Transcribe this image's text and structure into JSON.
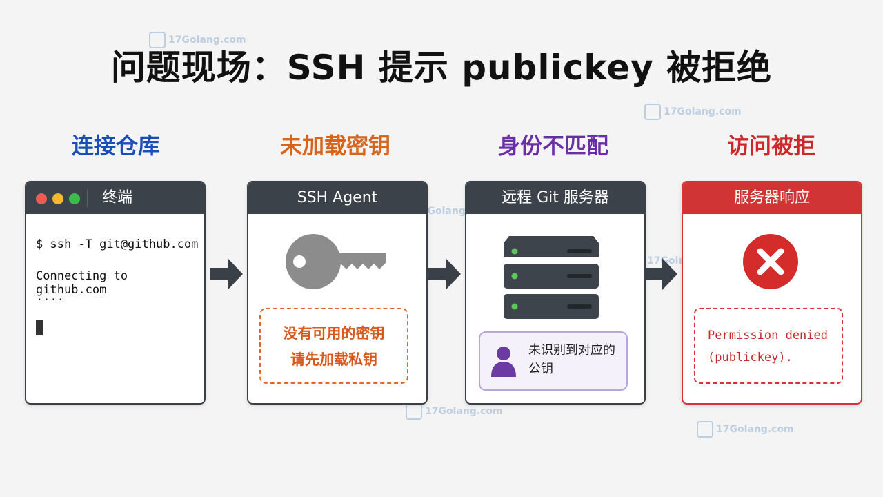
{
  "title": "问题现场：SSH 提示 publickey 被拒绝",
  "steps": [
    {
      "label": "连接仓库",
      "color": "#1b4fb8"
    },
    {
      "label": "未加载密钥",
      "color": "#d9641b"
    },
    {
      "label": "身份不匹配",
      "color": "#6a2fa8"
    },
    {
      "label": "访问被拒",
      "color": "#cc2a2a"
    }
  ],
  "terminal": {
    "title": "终端",
    "command": "$ ssh -T git@github.com",
    "output_line1": "Connecting to github.com",
    "output_line2": "....",
    "dot_colors": [
      "#ef5b4f",
      "#f5b630",
      "#3dbb4a"
    ]
  },
  "agent": {
    "title": "SSH Agent",
    "icon": "key-icon",
    "warning_line1": "没有可用的密钥",
    "warning_line2": "请先加载私钥"
  },
  "server": {
    "title": "远程 Git 服务器",
    "icon": "server-icon",
    "identity_icon": "user-icon",
    "identity_text": "未识别到对应的公钥"
  },
  "response": {
    "title": "服务器响应",
    "icon": "error-x-icon",
    "error_line1": "Permission denied",
    "error_line2": "(publickey)."
  },
  "watermark": "17Golang.com",
  "colors": {
    "header_dark": "#3c4249",
    "error_red": "#d13434",
    "warning_orange": "#e0692a",
    "arrow": "#3a4048"
  }
}
